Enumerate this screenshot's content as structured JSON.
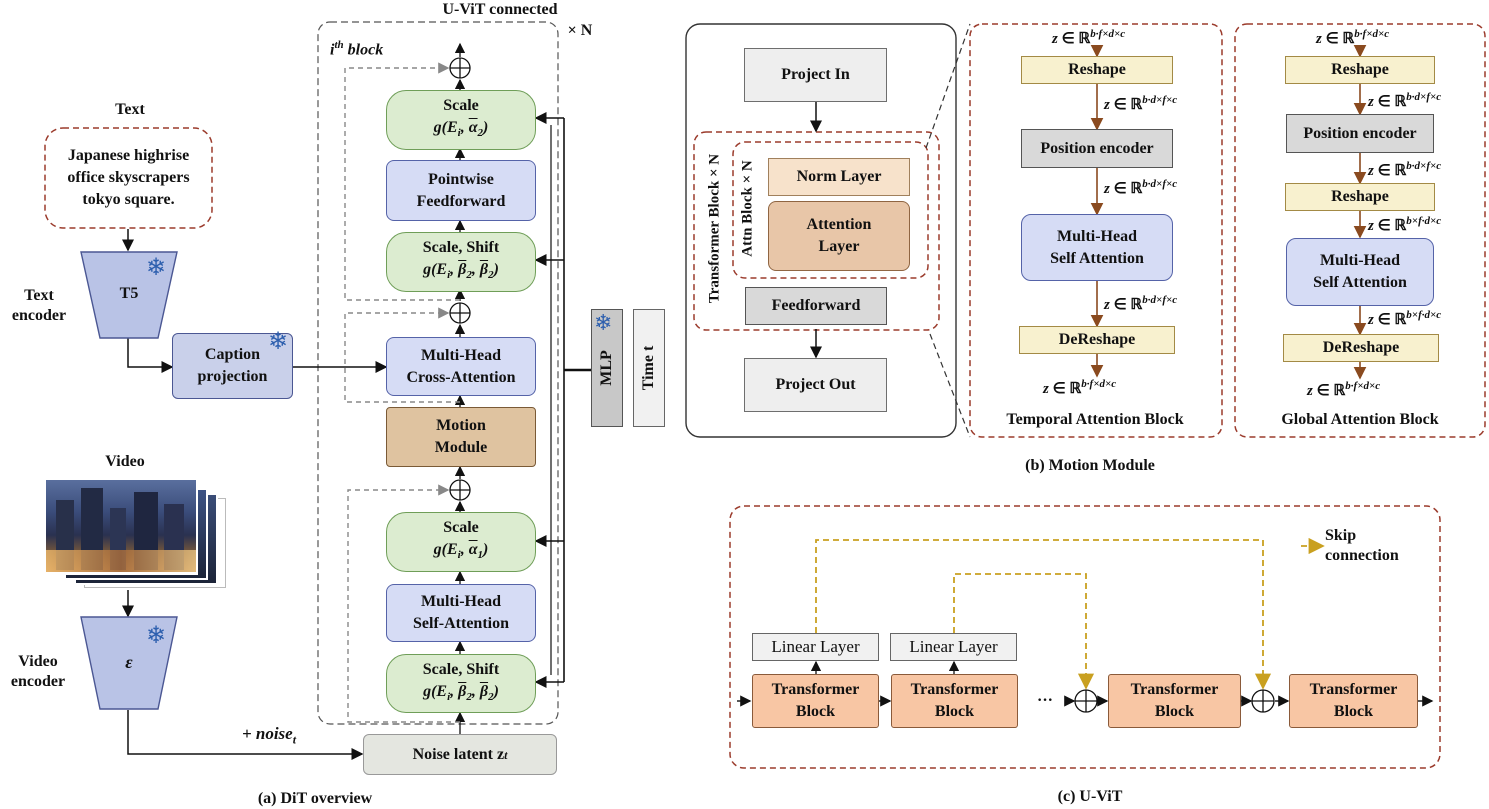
{
  "dit": {
    "text_label": "Text",
    "text_prompt": "Japanese highrise\noffice skyscrapers\ntokyo square.",
    "t5": "T5",
    "text_encoder_label": "Text\nencoder",
    "caption_projection": "Caption\nprojection",
    "video_label": "Video",
    "epsilon": "ε",
    "video_encoder_label": "Video\nencoder",
    "noise_label": "+ noise",
    "noise_sub": "t",
    "noise_latent": "Noise latent z",
    "noise_latent_sub": "t",
    "uvit_connected": "U-ViT connected",
    "times_n": "× N",
    "ith_block": "i",
    "ith_sup": "th",
    "ith_rest": " block",
    "scale_a2_title": "Scale",
    "scale_a2_math": "g(E",
    "pointwise_ff": "Pointwise\nFeedforward",
    "scale_shift_title": "Scale, Shift",
    "mh_cross": "Multi-Head\nCross-Attention",
    "motion_module": "Motion\nModule",
    "scale_a1_title": "Scale",
    "mh_self": "Multi-Head\nSelf-Attention",
    "mlp": "MLP",
    "time_t": "Time t",
    "caption_a": "(a) DiT overview"
  },
  "motion": {
    "project_in": "Project In",
    "transformer_block_n": "Transformer Block × N",
    "attn_block_n": "Attn Block × N",
    "norm_layer": "Norm Layer",
    "attention_layer": "Attention\nLayer",
    "feedforward": "Feedforward",
    "project_out": "Project  Out",
    "temporal": {
      "z_top": "z ∈ ℝ",
      "z_top_sup": "b·f×d×c",
      "reshape": "Reshape",
      "z2_sup": "b·d×f×c",
      "position_encoder": "Position encoder",
      "z3_sup": "b·d×f×c",
      "mhsa": "Multi-Head\nSelf Attention",
      "z4_sup": "b·d×f×c",
      "dereshape": "DeReshape",
      "z5_sup": "b·f×d×c",
      "title": "Temporal Attention Block"
    },
    "global": {
      "z_top_sup": "b·f×d×c",
      "reshape": "Reshape",
      "z2_sup": "b·d×f×c",
      "position_encoder": "Position encoder",
      "z3_sup": "b·d×f×c",
      "reshape2": "Reshape",
      "z4_sup": "b×f·d×c",
      "mhsa": "Multi-Head\nSelf Attention",
      "z5_sup": "b×f·d×c",
      "dereshape": "DeReshape",
      "z6_sup": "b·f×d×c",
      "title": "Global Attention Block"
    },
    "caption_b": "(b) Motion Module"
  },
  "uvit": {
    "skip_connection": "Skip\nconnection",
    "linear_layer_1": "Linear Layer",
    "linear_layer_2": "Linear Layer",
    "tb1": "Transformer\nBlock",
    "tb2": "Transformer\nBlock",
    "dots": "···",
    "tb3": "Transformer\nBlock",
    "tb4": "Transformer\nBlock",
    "caption_c": "(c) U-ViT"
  },
  "colors": {
    "dashed_red": "#9b3b2c",
    "arrow_brown": "#8a4a1f",
    "skip_gold": "#c9a020"
  }
}
